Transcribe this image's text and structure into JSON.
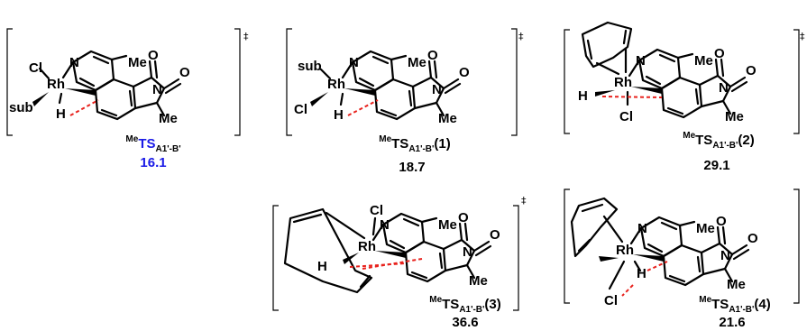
{
  "atom_labels": {
    "rh": "Rh",
    "n_ring": "N",
    "n_methyl": "N",
    "o": "O",
    "me": "Me",
    "cl": "Cl",
    "h": "H",
    "sub": "sub"
  },
  "transition_state_symbol": "‡",
  "structures": [
    {
      "id": "ts",
      "label_sup": "Me",
      "label_main": "TS",
      "label_sub": "A1'-B'",
      "label_suffix": "",
      "energy": "16.1",
      "color": "#1a1ae6"
    },
    {
      "id": "ts1",
      "label_sup": "Me",
      "label_main": "TS",
      "label_sub": "A1'-B'",
      "label_suffix": "(1)",
      "energy": "18.7",
      "color": "#000000"
    },
    {
      "id": "ts2",
      "label_sup": "Me",
      "label_main": "TS",
      "label_sub": "A1'-B'",
      "label_suffix": "(2)",
      "energy": "29.1",
      "color": "#000000"
    },
    {
      "id": "ts3",
      "label_sup": "Me",
      "label_main": "TS",
      "label_sub": "A1'-B'",
      "label_suffix": "(3)",
      "energy": "36.6",
      "color": "#000000"
    },
    {
      "id": "ts4",
      "label_sup": "Me",
      "label_main": "TS",
      "label_sub": "A1'-B'",
      "label_suffix": "(4)",
      "energy": "21.6",
      "color": "#000000"
    }
  ]
}
